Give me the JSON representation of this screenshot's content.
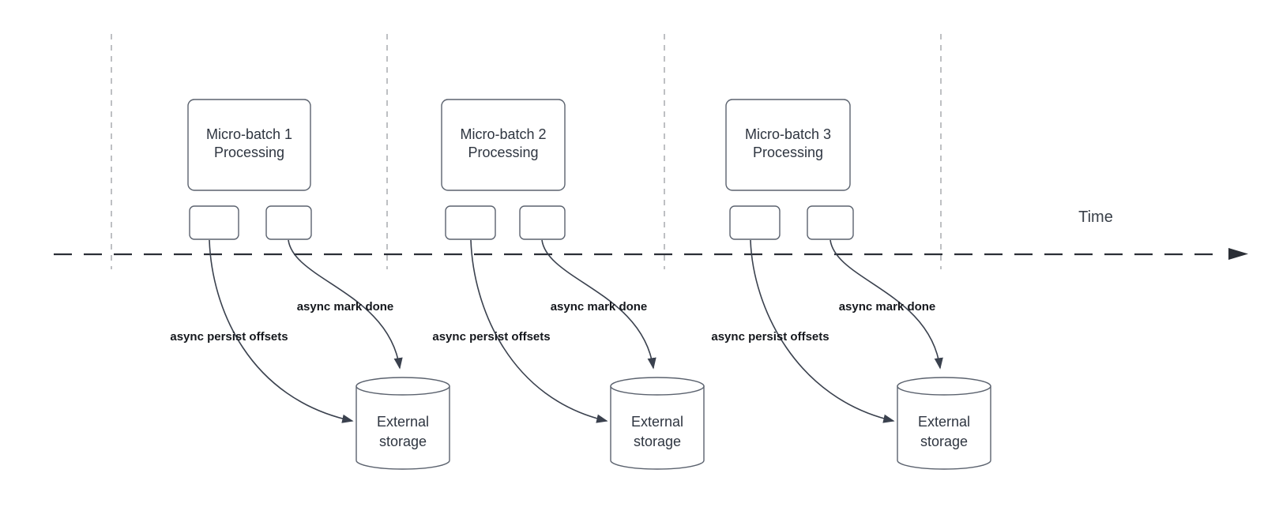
{
  "colors": {
    "background": "#ffffff",
    "axis_line": "#2b2f36",
    "axis_text": "#3a4049",
    "gridline": "#a8abaf",
    "shape_border": "#5b626e",
    "shape_text": "#2e3540",
    "arrow": "#3a414e",
    "label_text": "#15181d"
  },
  "timeline": {
    "axis_label": "Time"
  },
  "batches": [
    {
      "box_line1": "Micro-batch 1",
      "box_line2": "Processing",
      "persist_label": "async persist offsets",
      "mark_done_label": "async mark done",
      "storage_line1": "External",
      "storage_line2": "storage"
    },
    {
      "box_line1": "Micro-batch 2",
      "box_line2": "Processing",
      "persist_label": "async persist offsets",
      "mark_done_label": "async mark done",
      "storage_line1": "External",
      "storage_line2": "storage"
    },
    {
      "box_line1": "Micro-batch 3",
      "box_line2": "Processing",
      "persist_label": "async persist offsets",
      "mark_done_label": "async mark done",
      "storage_line1": "External",
      "storage_line2": "storage"
    }
  ]
}
